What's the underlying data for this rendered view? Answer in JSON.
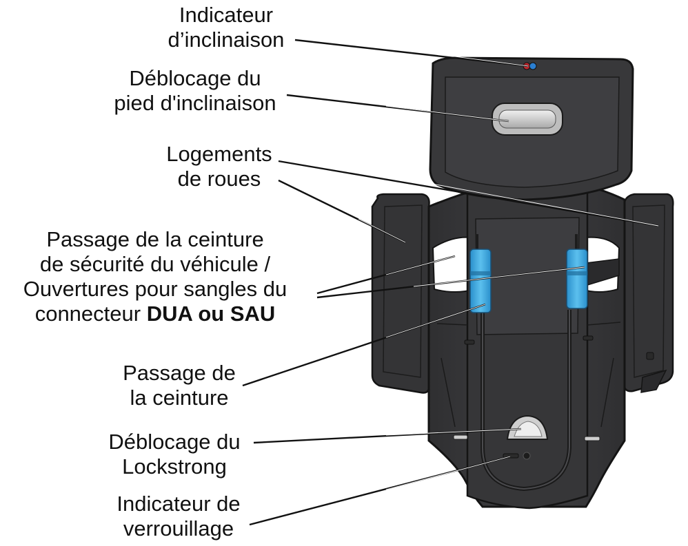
{
  "labels": {
    "recline_indicator": [
      "Indicateur",
      "d’inclinaison"
    ],
    "recline_foot_release": [
      "Déblocage du",
      "pied d'inclinaison"
    ],
    "wheel_housings": [
      "Logements",
      "de roues"
    ],
    "belt_path": {
      "line1": "Passage de la ceinture",
      "line2": "de sécurité du véhicule /",
      "line3": "Ouvertures pour sangles du",
      "line4_plain": "connecteur",
      "line4_bold": "DUA ou SAU"
    },
    "belt_passage": [
      "Passage de",
      "la ceinture"
    ],
    "lockstrong_release": [
      "Déblocage du",
      "Lockstrong"
    ],
    "lock_indicator": [
      "Indicateur de",
      "verrouillage"
    ]
  },
  "colors": {
    "seat_body": "#3a3a3c",
    "seat_outline": "#141414",
    "seat_highlight": "#4c4c4f",
    "strap_guide_blue": "#3ea6df",
    "release_handle_grey": "#d2d2d2",
    "indicator_blue": "#2b7fd1",
    "indicator_red": "#c0272d",
    "leader_line": "#111111"
  }
}
